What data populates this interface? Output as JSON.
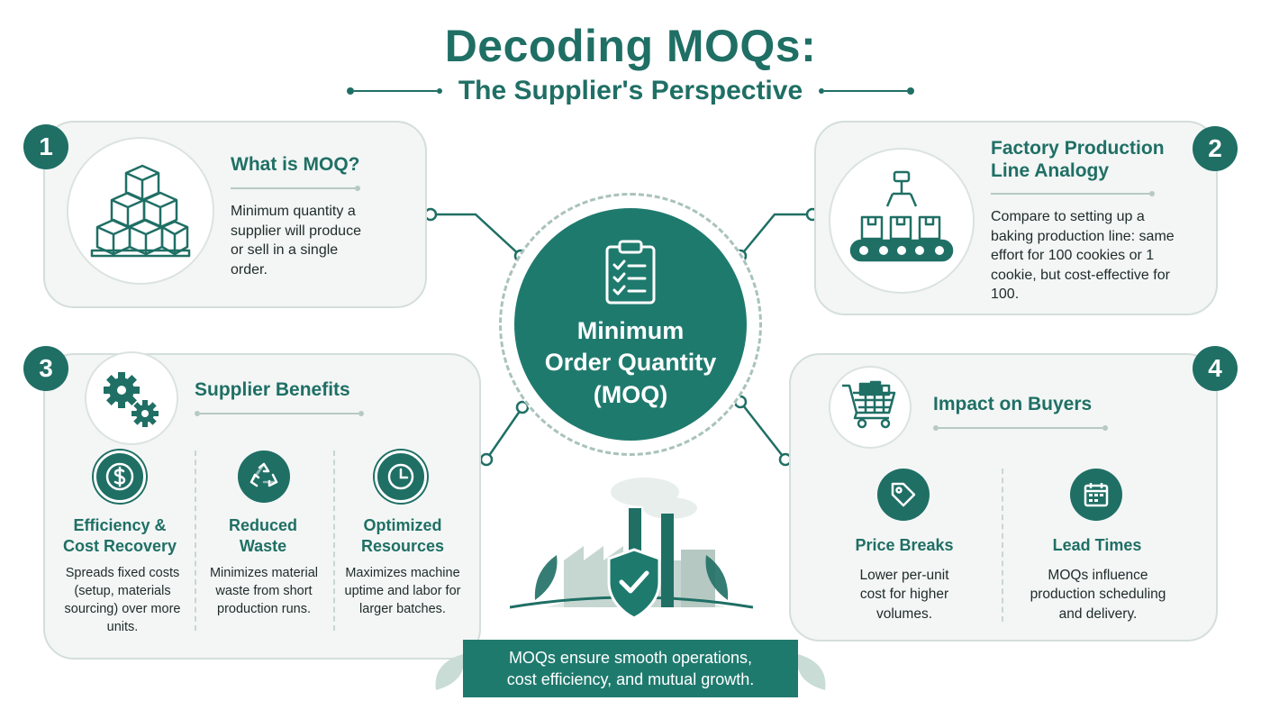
{
  "header": {
    "title": "Decoding MOQs:",
    "subtitle": "The Supplier's Perspective"
  },
  "center": {
    "line1": "Minimum",
    "line2": "Order Quantity",
    "line3": "(MOQ)",
    "icon": "clipboard-checklist-icon"
  },
  "panel1": {
    "badge": "1",
    "heading": "What is MOQ?",
    "text": "Minimum quantity a supplier will produce or sell in a single order.",
    "icon": "stacked-boxes-icon"
  },
  "panel2": {
    "badge": "2",
    "heading": "Factory Production Line Analogy",
    "text": "Compare to setting up a baking production line: same effort for 100 cookies or 1 cookie, but cost-effective for 100.",
    "icon": "conveyor-belt-icon"
  },
  "panel3": {
    "badge": "3",
    "heading": "Supplier Benefits",
    "icon": "gears-icon",
    "columns": [
      {
        "title": "Efficiency & Cost Recovery",
        "text": "Spreads fixed costs (setup, materials sourcing) over more units.",
        "icon": "dollar-icon"
      },
      {
        "title": "Reduced Waste",
        "text": "Minimizes material waste from short production runs.",
        "icon": "recycle-icon"
      },
      {
        "title": "Optimized Resources",
        "text": "Maximizes machine uptime and labor for larger batches.",
        "icon": "clock-icon"
      }
    ]
  },
  "panel4": {
    "badge": "4",
    "heading": "Impact on Buyers",
    "icon": "shopping-cart-icon",
    "columns": [
      {
        "title": "Price Breaks",
        "text": "Lower per-unit cost for higher volumes.",
        "icon": "price-tag-icon"
      },
      {
        "title": "Lead Times",
        "text": "MOQs influence production scheduling and delivery.",
        "icon": "calendar-icon"
      }
    ]
  },
  "banner": {
    "line1": "MOQs ensure smooth operations,",
    "line2": "cost efficiency, and mutual growth."
  },
  "colors": {
    "primary": "#1f6f65",
    "panel_bg": "#f3f6f5",
    "panel_border": "#d4dedb"
  }
}
